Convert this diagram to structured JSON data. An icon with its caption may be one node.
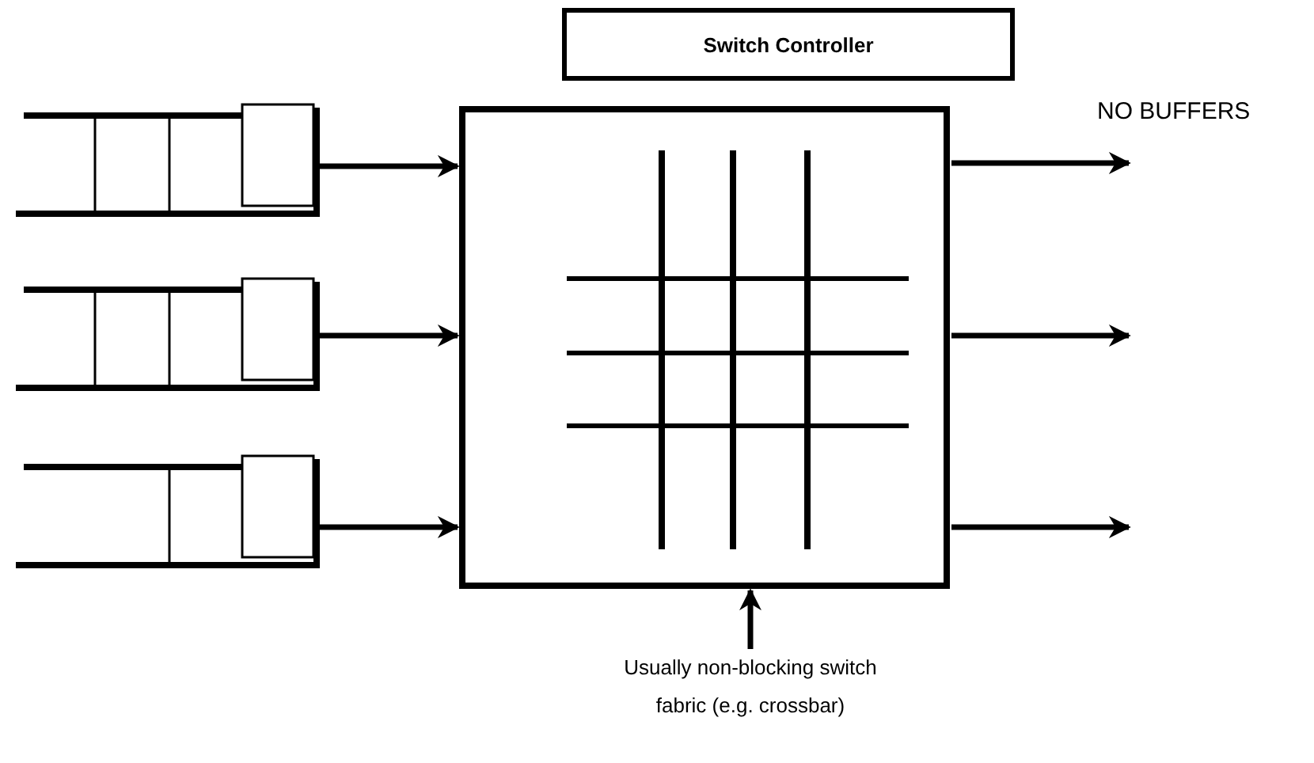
{
  "diagram": {
    "nodes": [
      {
        "text": [
          "Switch Controller"
        ]
      },
      {
        "text": [],
        "shape": "box"
      },
      {
        "text": [],
        "shape": "box"
      },
      {
        "text": [],
        "shape": "box"
      },
      {
        "text": [],
        "shape": "box"
      },
      {
        "text": [
          "Usually non-blocking switch fabric (e.g. crossbar)"
        ]
      }
    ],
    "edges": [
      {
        "from": 2,
        "to": 1,
        "arrow": "to"
      },
      {
        "from": 3,
        "to": 1,
        "arrow": "to"
      },
      {
        "from": 4,
        "to": 1,
        "arrow": "to"
      },
      {
        "from": 1,
        "to": null,
        "arrow": "to"
      },
      {
        "from": 1,
        "to": null,
        "arrow": "to"
      },
      {
        "from": 1,
        "to": null,
        "arrow": "to"
      },
      {
        "from": 5,
        "to": 1,
        "arrow": "to"
      }
    ],
    "labels": [
      "NO BUFFERS"
    ]
  }
}
